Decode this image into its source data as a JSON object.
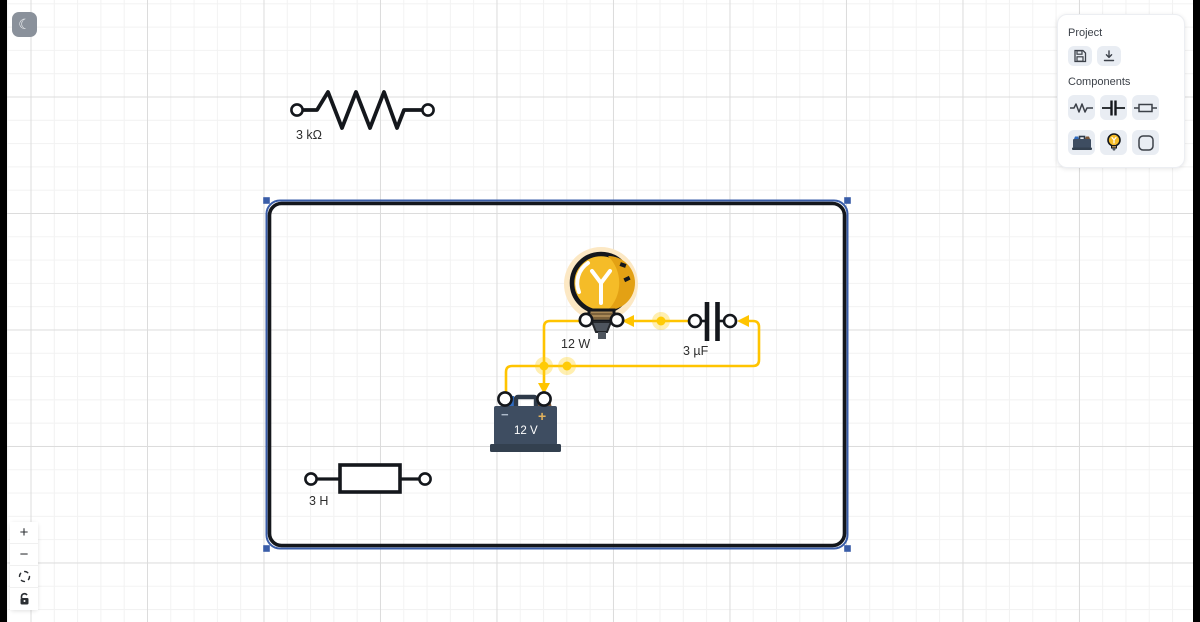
{
  "theme_toggle": {
    "icon": "moon",
    "glyph": "☾"
  },
  "panel": {
    "project_label": "Project",
    "project_buttons": [
      {
        "name": "save",
        "icon": "floppy-disk-icon"
      },
      {
        "name": "export",
        "icon": "download-icon"
      }
    ],
    "components_label": "Components",
    "component_buttons": [
      {
        "name": "resistor",
        "icon": "resistor-zigzag-icon"
      },
      {
        "name": "capacitor",
        "icon": "capacitor-icon"
      },
      {
        "name": "inductor",
        "icon": "box-resistor-icon"
      },
      {
        "name": "battery",
        "icon": "battery-icon"
      },
      {
        "name": "bulb",
        "icon": "lightbulb-icon"
      },
      {
        "name": "shape",
        "icon": "rounded-square-icon"
      }
    ]
  },
  "circuit": {
    "resistor": {
      "label": "3 kΩ"
    },
    "bulb": {
      "label": "12 W"
    },
    "capacitor": {
      "label": "3 µF"
    },
    "battery": {
      "label": "12 V",
      "minus_symbol": "−",
      "plus_symbol": "+"
    },
    "inductor": {
      "label": "3 H"
    }
  },
  "zoom_controls": {
    "zoom_in_label": "+",
    "zoom_out_label": "−",
    "fit_icon": "fit-view-icon",
    "lock_icon": "lock-icon"
  },
  "colors": {
    "wire": "#FFC400",
    "particle": "#FFD21E",
    "selection_blue": "#3A5DA8",
    "bulb_fill": "#F5BC28",
    "bulb_glow": "#FCE8C4",
    "battery_body": "#3E4D61",
    "battery_post_left": "#2F6BBF",
    "battery_post_right": "#7B5638"
  }
}
